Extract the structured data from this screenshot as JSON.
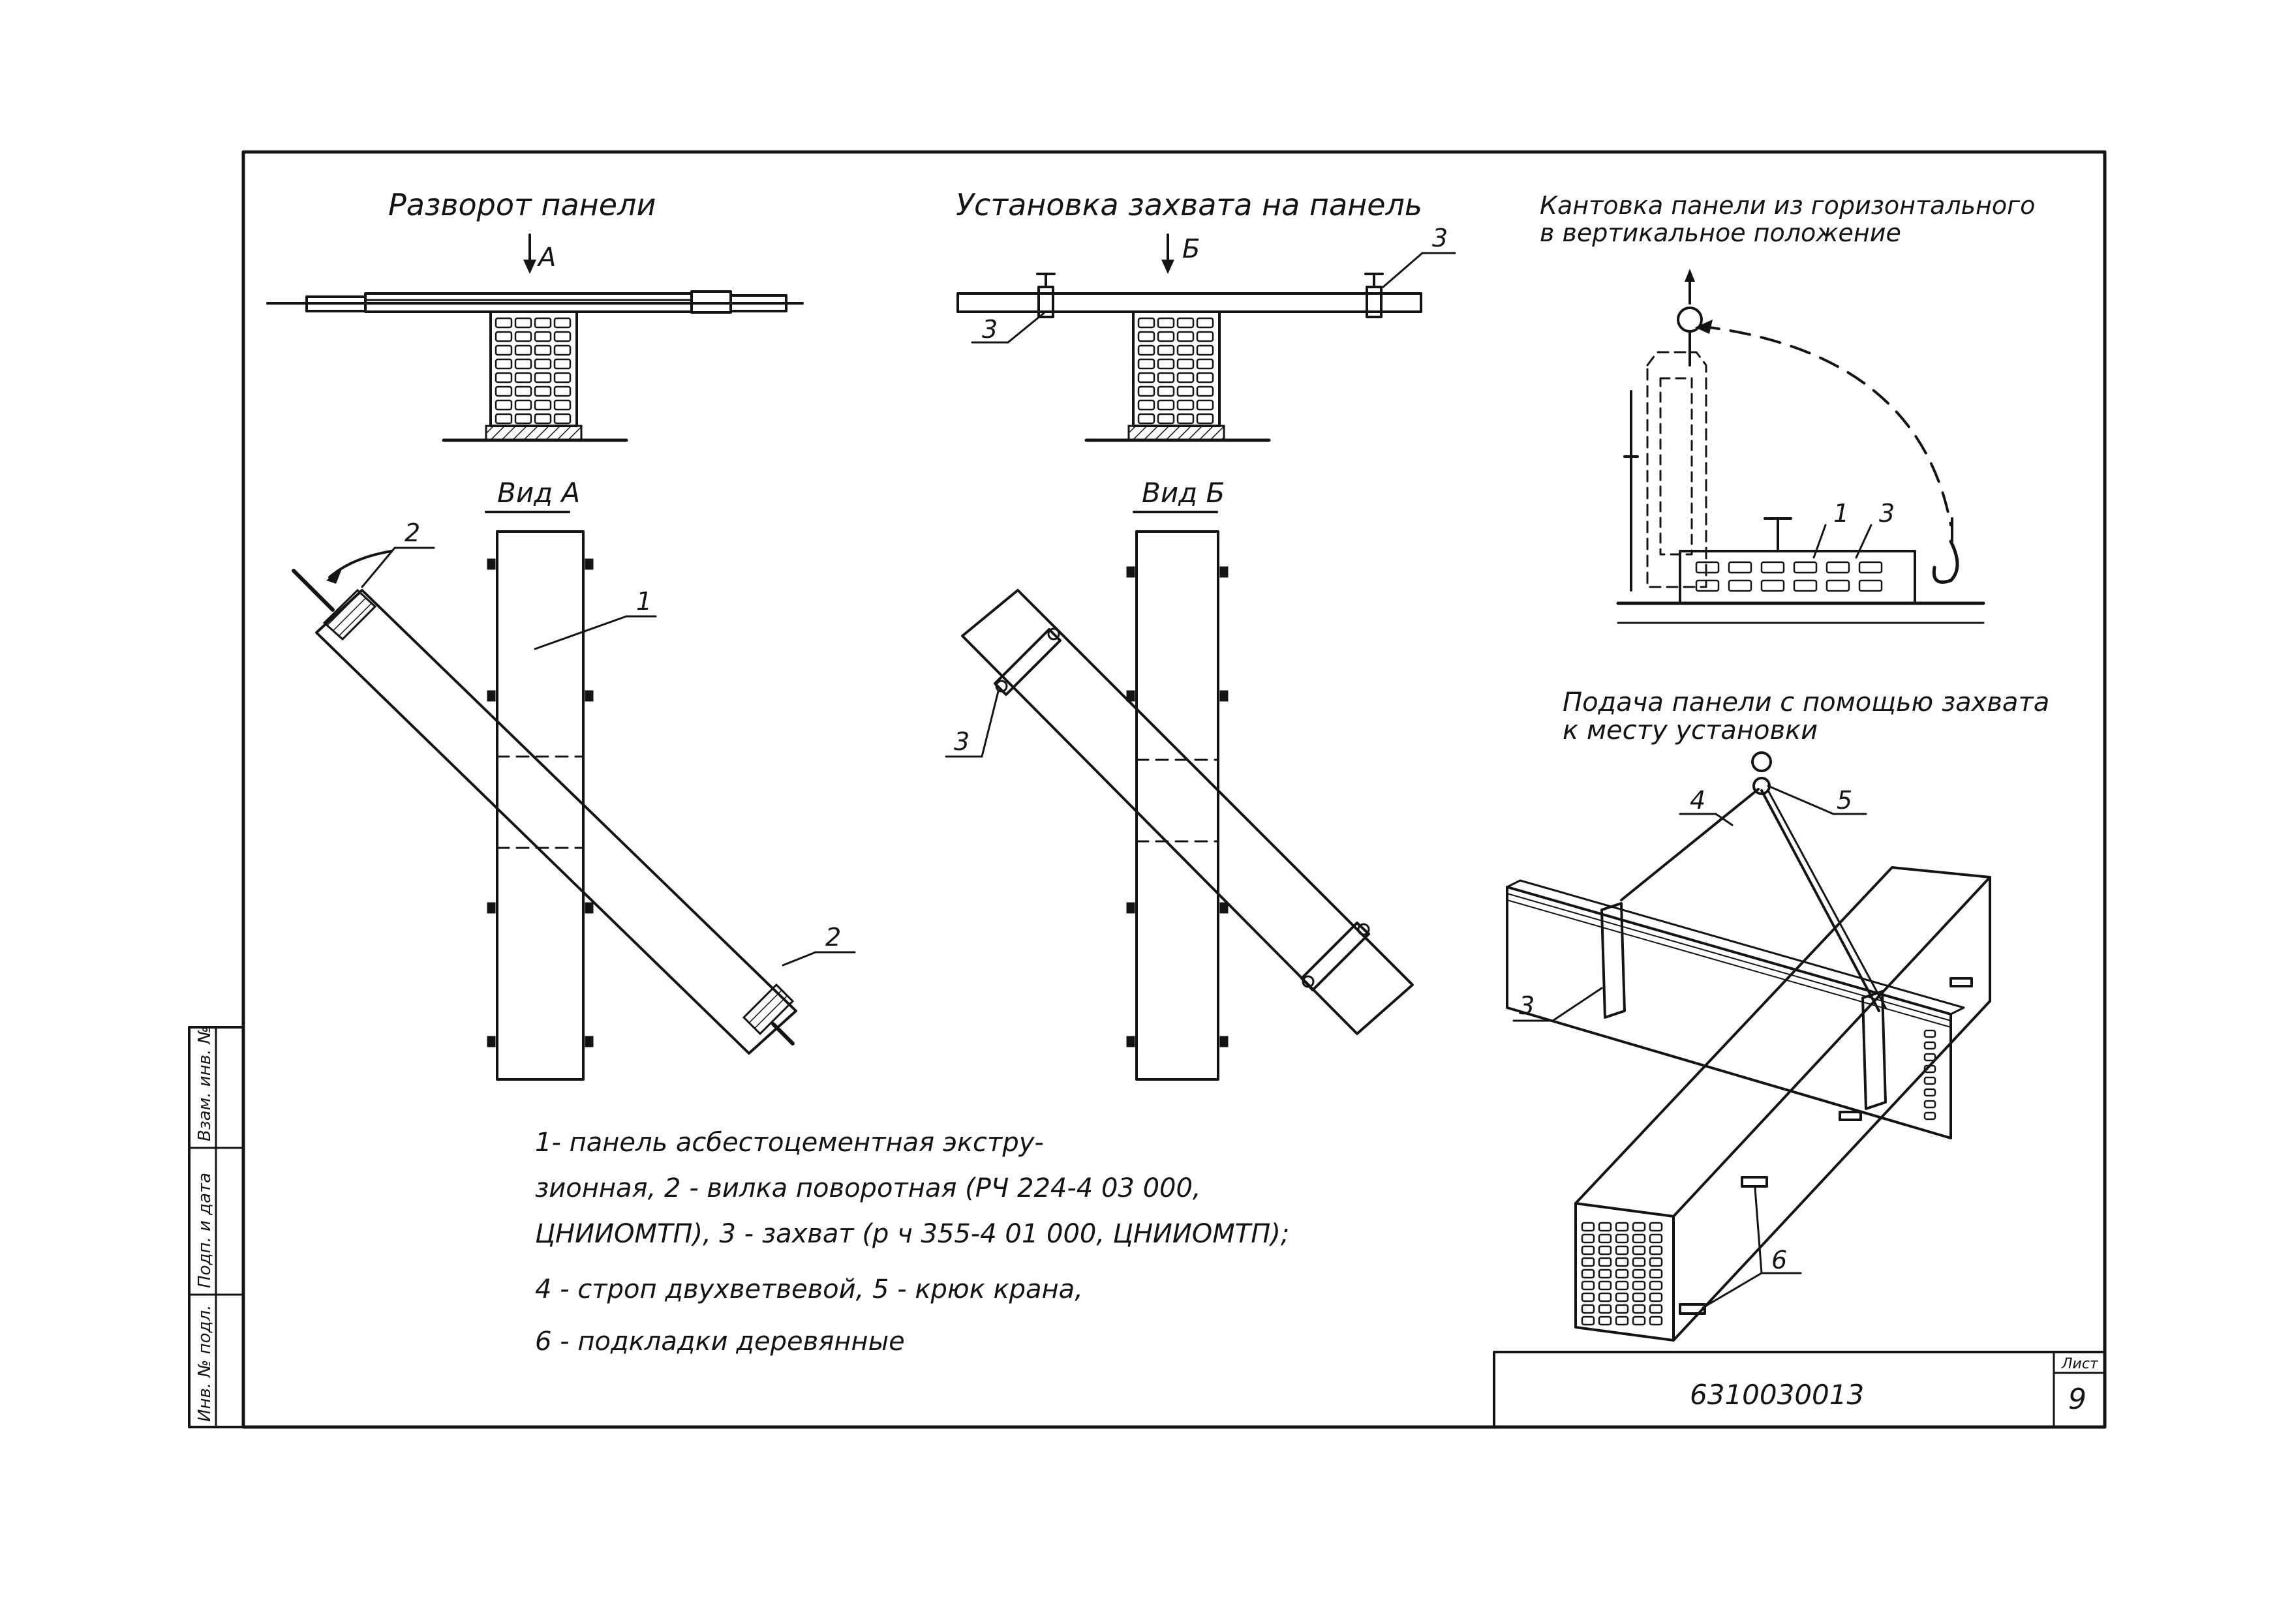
{
  "titles": {
    "turn": "Разворот панели",
    "grip_install": "Установка захвата на панель",
    "tilt_line1": "Кантовка панели из горизонтального",
    "tilt_line2": "в вертикальное положение",
    "delivery_line1": "Подача панели с помощью захвата",
    "delivery_line2": "к месту установки",
    "view_a": "Вид А",
    "view_b": "Вид Б"
  },
  "markers": {
    "arrow_a": "А",
    "arrow_b": "Б",
    "n1": "1",
    "n2": "2",
    "n3": "3",
    "n4": "4",
    "n5": "5",
    "n6": "6"
  },
  "legend": {
    "line1": "1- панель асбестоцементная экстру-",
    "line2": "зионная, 2 - вилка поворотная (РЧ 224-4 03 000,",
    "line3": "ЦНИИОМТП), 3 - захват (р ч 355-4 01 000, ЦНИИОМТП);",
    "line4": "4 - строп двухветвевой, 5 - крюк крана,",
    "line5": "6 - подкладки деревянные"
  },
  "title_block": {
    "doc_number": "6310030013",
    "sheet_label": "Лист",
    "sheet_number": "9"
  },
  "side_stamp": {
    "inv_podl": "Инв. № подл.",
    "sign_date": "Подп. и дата",
    "vzam": "Взам. инв. №"
  }
}
